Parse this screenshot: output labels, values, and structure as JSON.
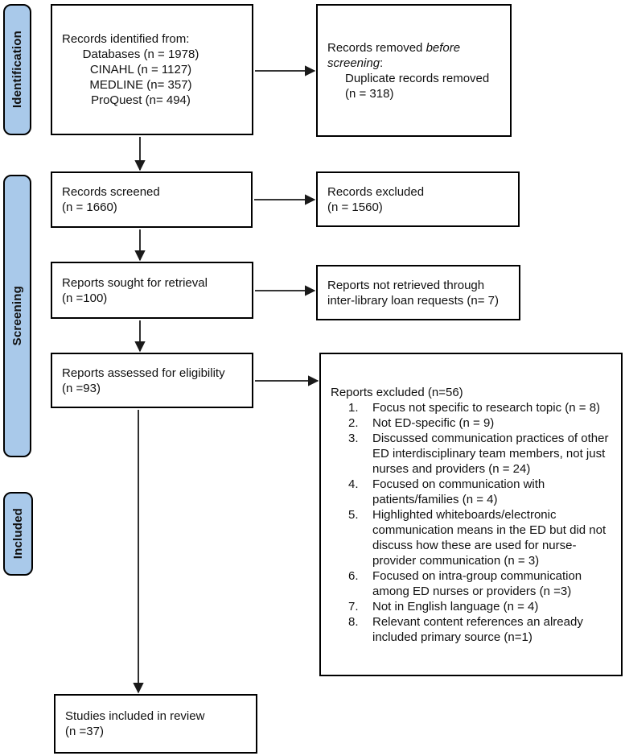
{
  "diagram": {
    "stages": [
      {
        "label": "Identification"
      },
      {
        "label": "Screening"
      },
      {
        "label": "Included"
      }
    ],
    "boxes": {
      "records_identified": {
        "heading": "Records identified from:",
        "sources": [
          "Databases (n = 1978)",
          "CINAHL (n = 1127)",
          "MEDLINE (n= 357)",
          "ProQuest (n= 494)"
        ]
      },
      "records_removed": {
        "prefix": "Records removed ",
        "italic": "before screening",
        "suffix": ":",
        "detail_lines": [
          "Duplicate records removed",
          "(n = 318)"
        ]
      },
      "records_screened": {
        "lines": [
          "Records screened",
          "(n = 1660)"
        ]
      },
      "records_excluded": {
        "lines": [
          "Records excluded",
          "(n = 1560)"
        ]
      },
      "reports_sought": {
        "lines": [
          "Reports sought for retrieval",
          "(n =100)"
        ]
      },
      "reports_not_retrieved": {
        "lines": [
          "Reports not retrieved through",
          "inter-library loan requests (n= 7)"
        ]
      },
      "reports_assessed": {
        "lines": [
          "Reports assessed for eligibility",
          "(n =93)"
        ]
      },
      "reports_excluded": {
        "heading": "Reports excluded (n=56)",
        "reasons": [
          "Focus not specific to research topic (n = 8)",
          "Not ED-specific (n = 9)",
          "Discussed communication practices of other ED interdisciplinary team members, not just nurses and providers (n = 24)",
          "Focused on communication with patients/families (n = 4)",
          "Highlighted whiteboards/electronic communication means in the ED but did not discuss how these are used for nurse-provider communication (n = 3)",
          "Focused on intra-group communication among ED nurses or providers (n =3)",
          "Not in English language (n = 4)",
          "Relevant content references an already included primary source (n=1)"
        ]
      },
      "studies_included": {
        "lines": [
          "Studies included in review",
          "(n =37)"
        ]
      }
    }
  },
  "colors": {
    "stage_fill": "#A9C9EA",
    "box_border": "#000000"
  }
}
